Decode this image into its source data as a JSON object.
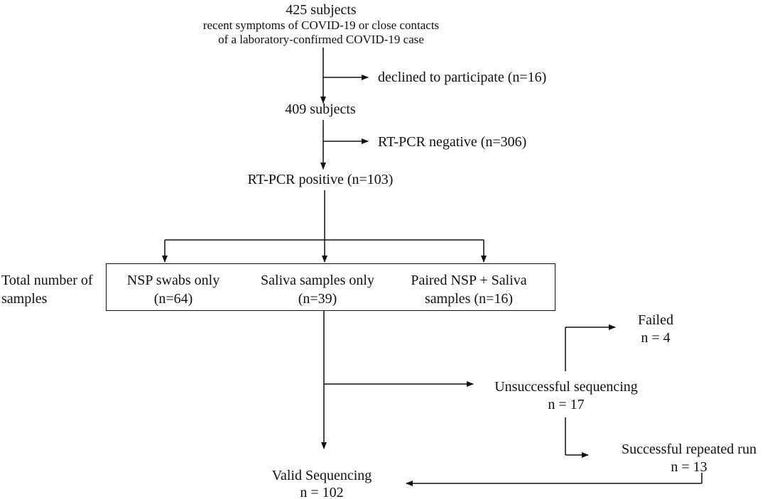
{
  "start": {
    "title": "425 subjects",
    "desc_line1": "recent symptoms of COVID-19 or close contacts",
    "desc_line2": "of a laboratory-confirmed COVID-19 case"
  },
  "declined": "declined to participate (n=16)",
  "subjects_409": "409 subjects",
  "rtpcr_negative": "RT-PCR negative (n=306)",
  "rtpcr_positive": "RT-PCR positive (n=103)",
  "total_samples": {
    "line1": "Total number of",
    "line2": "samples"
  },
  "categories": [
    {
      "line1": "NSP swabs only",
      "line2": "(n=64)"
    },
    {
      "line1": "Saliva samples only",
      "line2": "(n=39)"
    },
    {
      "line1": "Paired NSP + Saliva",
      "line2": "samples (n=16)"
    }
  ],
  "failed": {
    "line1": "Failed",
    "line2": "n = 4"
  },
  "unsuccessful": {
    "line1": "Unsuccessful sequencing",
    "line2": "n = 17"
  },
  "repeated": {
    "line1": "Successful repeated run",
    "line2": "n = 13"
  },
  "valid": {
    "line1": "Valid Sequencing",
    "line2": "n = 102"
  },
  "colors": {
    "text": "#111111",
    "lines": "#111111",
    "background": "#ffffff"
  }
}
